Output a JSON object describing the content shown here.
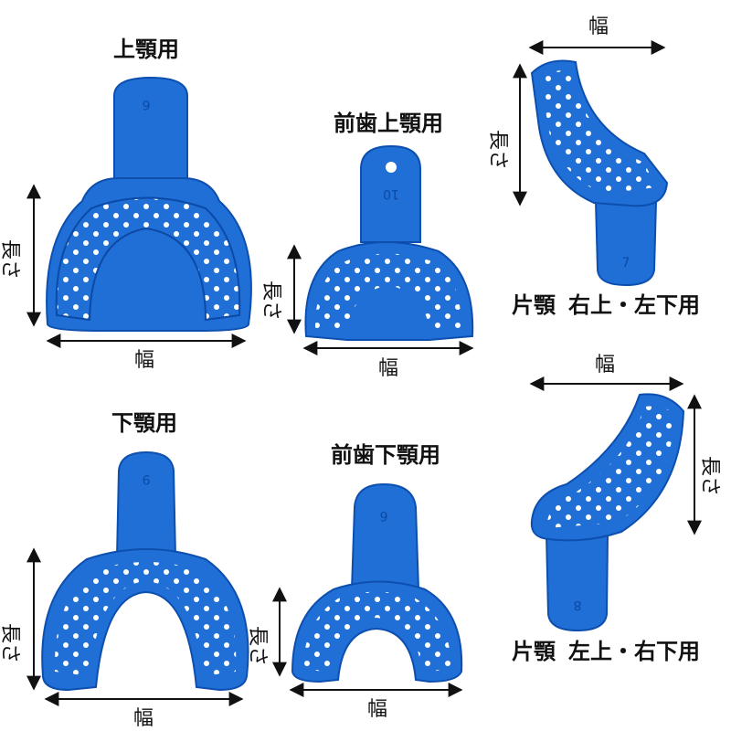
{
  "trays": [
    {
      "title": "上顎用",
      "number": "6",
      "width_label": "幅",
      "length_label": "長さ"
    },
    {
      "title": "前歯上顎用",
      "number": "10",
      "width_label": "幅",
      "length_label": "長さ"
    },
    {
      "title": "片顎",
      "subtitle": "右上・左下用",
      "number": "7",
      "width_label": "幅",
      "length_label": "長さ"
    },
    {
      "title": "下顎用",
      "number": "9",
      "width_label": "幅",
      "length_label": "長さ"
    },
    {
      "title": "前歯下顎用",
      "number": "6",
      "width_label": "幅",
      "length_label": "長さ"
    },
    {
      "title": "片顎",
      "subtitle": "左上・右下用",
      "number": "8",
      "width_label": "幅",
      "length_label": "長さ"
    }
  ],
  "colors": {
    "tray": "#1f6fd6",
    "tray_edge": "#0d4fae",
    "holes": "#ffffff"
  }
}
